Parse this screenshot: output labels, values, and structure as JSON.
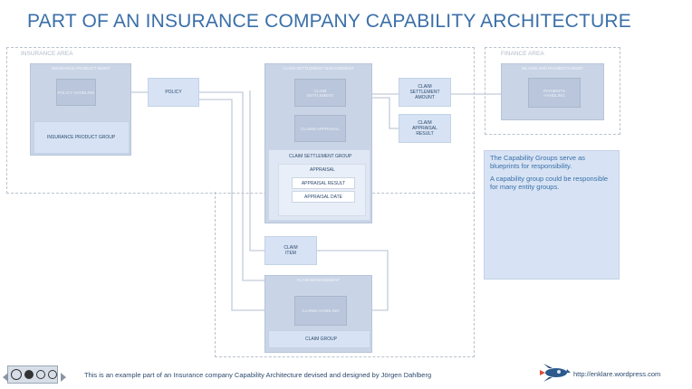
{
  "title": "PART OF AN INSURANCE COMPANY CAPABILITY ARCHITECTURE",
  "areas": {
    "insurance": "INSURANCE AREA",
    "finance": "FINANCE AREA"
  },
  "insurance_product_mgmt": {
    "title": "INSURANCE PRODUCT MGMT",
    "policy_handling": "POLICY HANDLING",
    "product_group": "INSURANCE PRODUCT GROUP"
  },
  "policy": "POLICY",
  "claim_settlement_mgmt": {
    "title": "CLAIM SETTLEMENT MANAGEMENT",
    "claim_settlement": "CLAIM SETTLEMENT",
    "claims_appraisal": "CLAIMS APPRAISAL",
    "group": "CLAIM SETTLEMENT GROUP",
    "appraisal": "APPRAISAL",
    "appraisal_result": "APPRAISAL RESULT",
    "appraisal_date": "APPRAISAL DATE"
  },
  "claim_settlement_amount": "CLAIM SETTLEMENT AMOUNT",
  "claim_appraisal_result": "CLAIM APPRAISAL RESULT",
  "claim_item": "CLAIM ITEM",
  "claim_management": {
    "title": "CLAIM MANAGEMENT",
    "claims_handling": "CLAIMS HANDLING",
    "claim_group": "CLAIM GROUP"
  },
  "billing_payments": {
    "title": "BILLING AND PAYMENTS MGMT",
    "payments_handling": "PAYMENTS HANDLING"
  },
  "note": {
    "p1": "The Capability Groups serve as blueprints for responsibility.",
    "p2": "A capability group could be responsible for many entity groups."
  },
  "footer": {
    "text": "This is an example part of an Insurance company Capability Architecture devised and designed by Jörgen Dahlberg",
    "url": "http://enklare.wordpress.com"
  },
  "colors": {
    "title": "#3a6fa8",
    "capability": "#c9d4e6",
    "entity": "#d7e3f4",
    "connector": "#b7c3d3"
  }
}
